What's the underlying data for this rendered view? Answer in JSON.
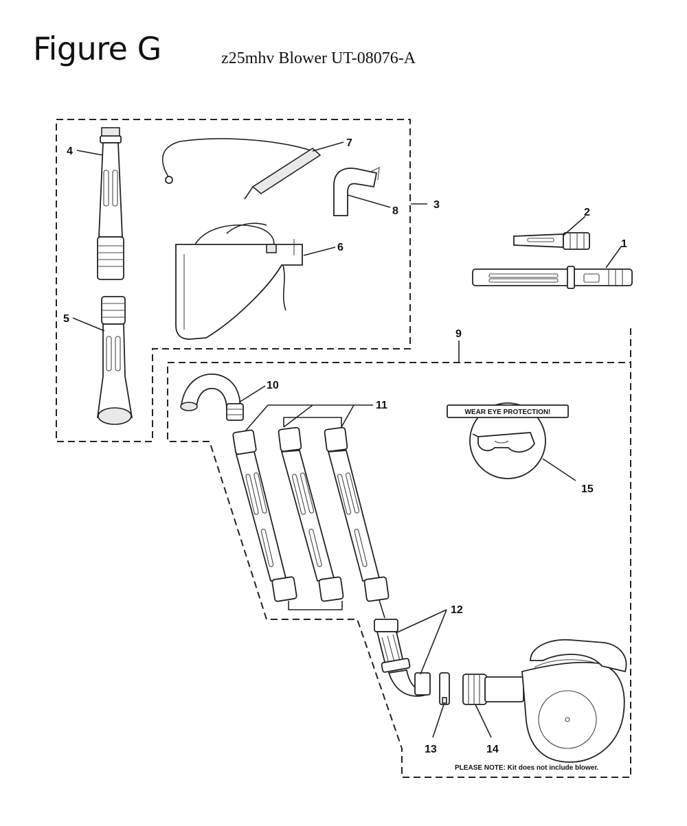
{
  "header": {
    "title": "Figure G",
    "subtitle": "z25mhv Blower UT-08076-A"
  },
  "callouts": [
    "1",
    "2",
    "3",
    "4",
    "5",
    "6",
    "7",
    "8",
    "9",
    "10",
    "11",
    "12",
    "13",
    "14",
    "15"
  ],
  "warning_label": "WEAR EYE PROTECTION!",
  "note": "PLEASE NOTE: Kit does not include blower."
}
